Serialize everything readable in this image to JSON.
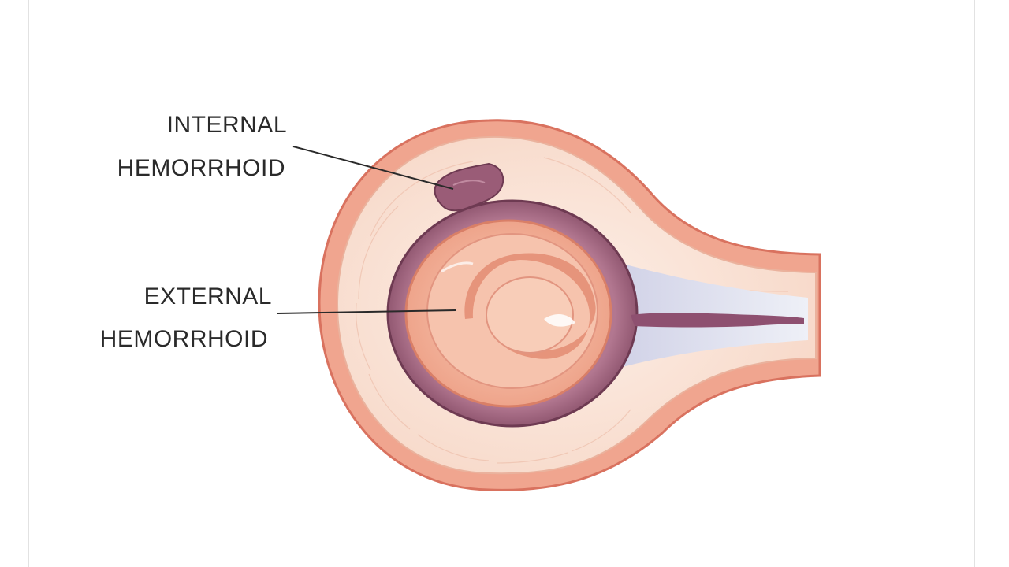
{
  "labels": {
    "internal_line1": "INTERNAL",
    "internal_line2": "HEMORRHOID",
    "external_line1": "EXTERNAL",
    "external_line2": "HEMORRHOID"
  },
  "colors": {
    "outer_wall": "#f0a58f",
    "outer_wall_edge": "#d9725f",
    "tissue": "#fbe3d6",
    "hemorrhoid_ring": "#9a5c77",
    "inner_mucosa": "#f5b9a0",
    "lumen": "#e7e4f0",
    "leader_line": "#2a2a2a"
  }
}
